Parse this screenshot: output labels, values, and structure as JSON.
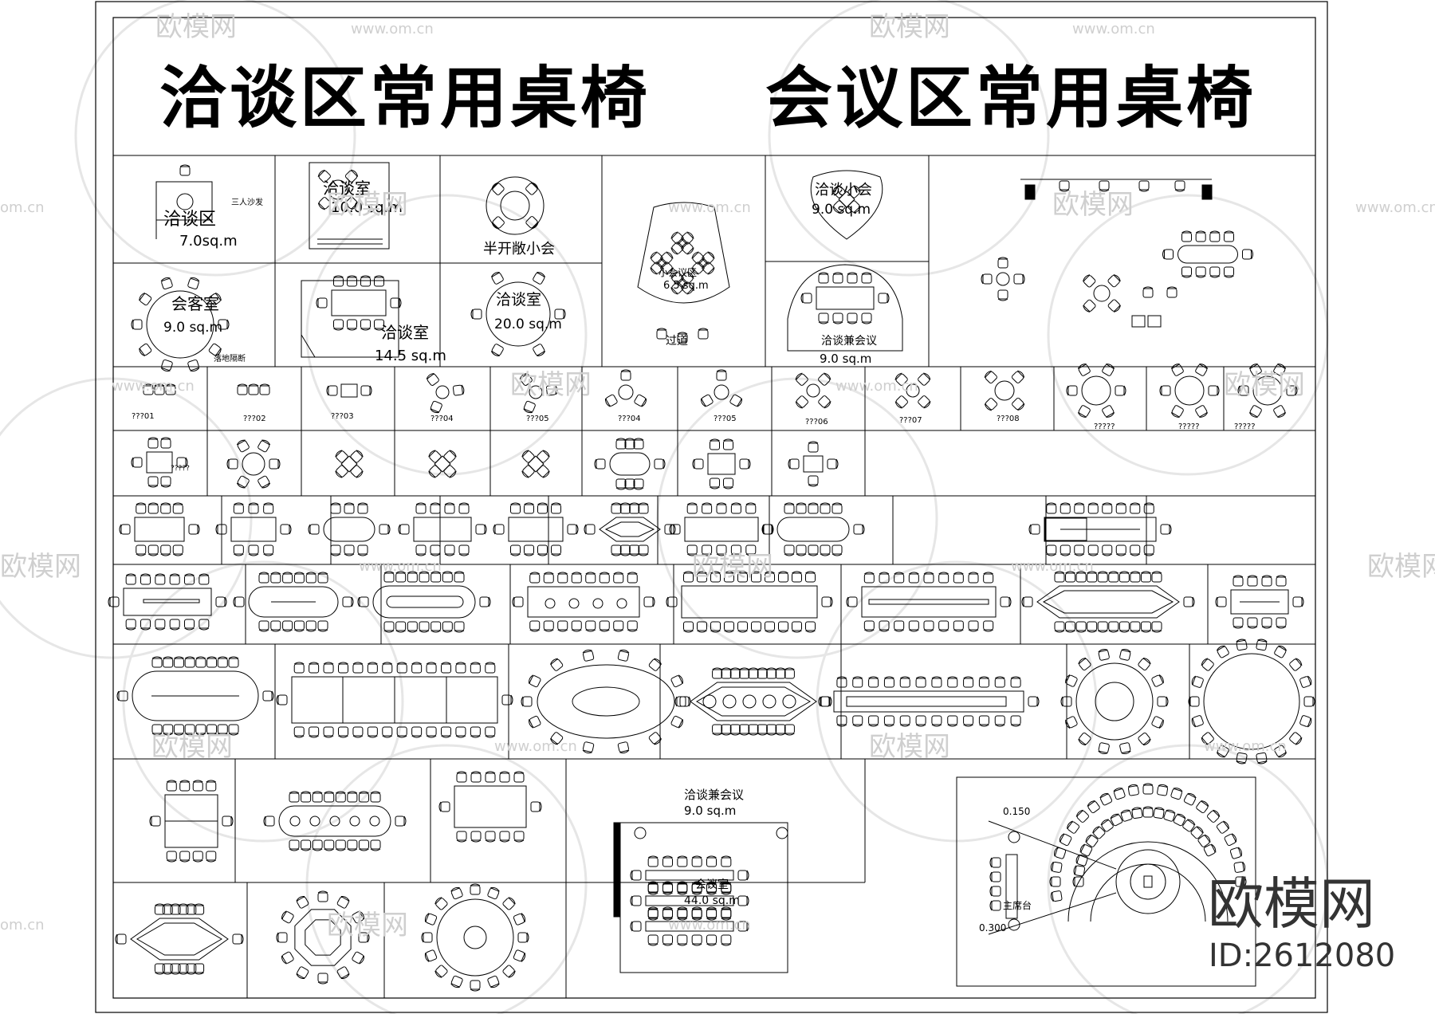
{
  "titles": {
    "left": "洽谈区常用桌椅",
    "right": "会议区常用桌椅"
  },
  "labels": {
    "r1_a": "洽谈区",
    "r1_a_area": "7.0sq.m",
    "r1_a_small": "三人沙发",
    "r1_b": "洽谈室",
    "r1_b_area": "10.0 sq.m",
    "r1_c": "半开敞小会",
    "r1_d": "小会议区",
    "r1_d_area": "6.5 sq.m",
    "r1_d_bottom": "过道",
    "r1_e": "洽谈小会",
    "r1_e_area": "9.0 sq.m",
    "r2_a": "会客室",
    "r2_a_area": "9.0 sq.m",
    "r2_a_small": "落地隔断",
    "r2_b": "洽谈室",
    "r2_b_area": "14.5 sq.m",
    "r2_c": "洽谈室",
    "r2_c_area": "20.0 sq.m",
    "r2_e": "洽谈兼会议",
    "r2_e_area": "9.0 sq.m",
    "bl_title": "洽谈兼会议",
    "bl_area": "9.0 sq.m",
    "bl_room": "会议室",
    "bl_room_area": "44.0 sq.m",
    "br_dim1": "0.150",
    "br_dim2": "0.300",
    "br_label": "主席台",
    "codes": [
      "???01",
      "???02",
      "???03",
      "???04",
      "???05",
      "???04",
      "???05",
      "???06",
      "???07",
      "???08",
      "?????",
      "?????",
      "?????"
    ],
    "code_row4": "?????"
  },
  "watermark": {
    "brand": "欧模网",
    "domain": "www.om.cn",
    "short": "om.cn",
    "id": "ID:2612080"
  }
}
